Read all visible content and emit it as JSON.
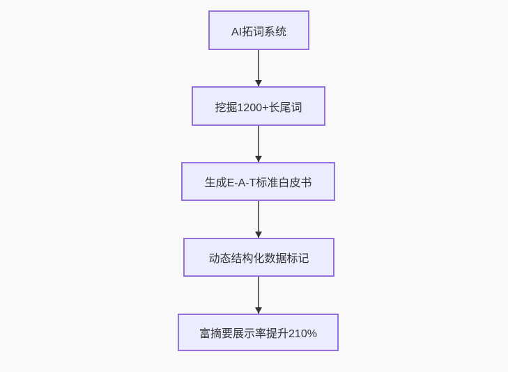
{
  "diagram": {
    "type": "flowchart",
    "direction": "top-down",
    "nodes": [
      {
        "id": "A",
        "label": "AI拓词系统"
      },
      {
        "id": "B",
        "label": "挖掘1200+长尾词"
      },
      {
        "id": "C",
        "label": "生成E-A-T标准白皮书"
      },
      {
        "id": "D",
        "label": "动态结构化数据标记"
      },
      {
        "id": "E",
        "label": "富摘要展示率提升210%"
      }
    ],
    "edges": [
      {
        "from": "A",
        "to": "B"
      },
      {
        "from": "B",
        "to": "C"
      },
      {
        "from": "C",
        "to": "D"
      },
      {
        "from": "D",
        "to": "E"
      }
    ],
    "colors": {
      "background": "#fafafa",
      "node_fill": "#ececff",
      "node_border": "#9370db",
      "edge_line": "#666666",
      "arrowhead": "#333333",
      "text": "#333333"
    }
  }
}
